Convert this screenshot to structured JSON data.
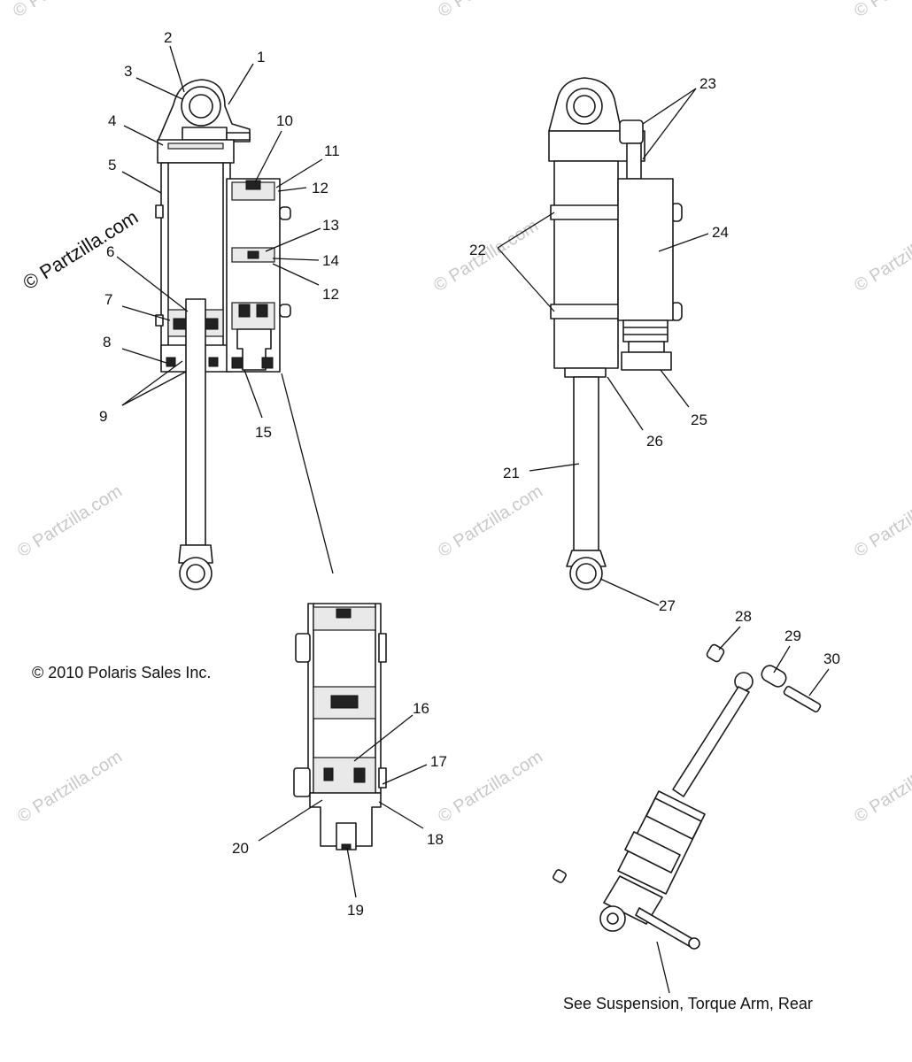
{
  "diagram": {
    "callouts": [
      "1",
      "2",
      "3",
      "4",
      "5",
      "6",
      "7",
      "8",
      "9",
      "10",
      "11",
      "12",
      "12",
      "13",
      "14",
      "15",
      "16",
      "17",
      "18",
      "19",
      "20",
      "21",
      "22",
      "23",
      "24",
      "25",
      "26",
      "27",
      "28",
      "29",
      "30"
    ],
    "copyright": "© 2010 Polaris Sales Inc.",
    "reference_note": "See Suspension, Torque Arm, Rear",
    "watermark_main": "© Partzilla.com",
    "watermark_faint": "© Partzilla.com"
  }
}
